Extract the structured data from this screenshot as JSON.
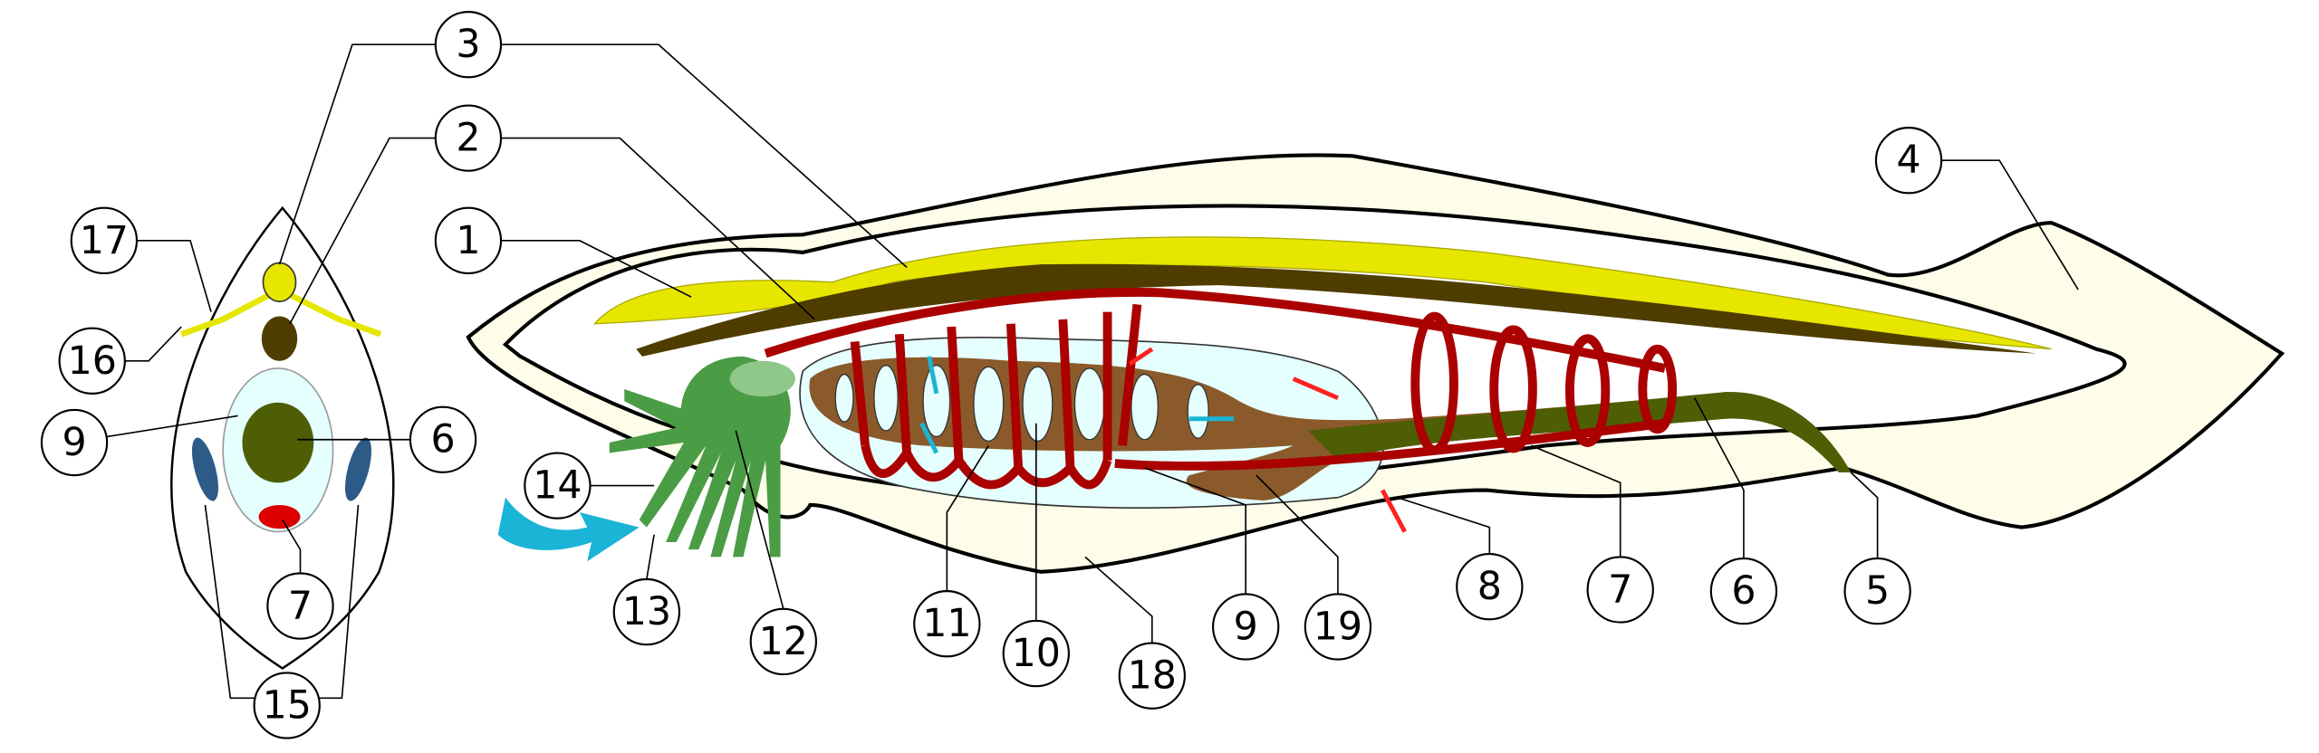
{
  "title": "Lancelet (amphioxus) anatomy diagram",
  "labels": {
    "l1": "1",
    "l2": "2",
    "l3": "3",
    "l4": "4",
    "l5": "5",
    "l6": "6",
    "l7": "7",
    "l8": "8",
    "l9": "9",
    "l10": "10",
    "l11": "11",
    "l12": "12",
    "l13": "13",
    "l14": "14",
    "l15": "15",
    "l16": "16",
    "l17": "17",
    "l18": "18",
    "l19": "19",
    "l6x": "6",
    "l7x": "7",
    "l9x": "9"
  },
  "colors": {
    "body": "#fdfde9",
    "nerve_cord": "#e6e600",
    "notochord": "#4f3d00",
    "blood": "#aa0000",
    "pharynx": "#e5ffff",
    "gut": "#4d5e05",
    "cirri": "#4a9c45",
    "water_arrow": "#1ab4d6",
    "muscle": "#2d5b88",
    "gonad": "#dd0000"
  }
}
